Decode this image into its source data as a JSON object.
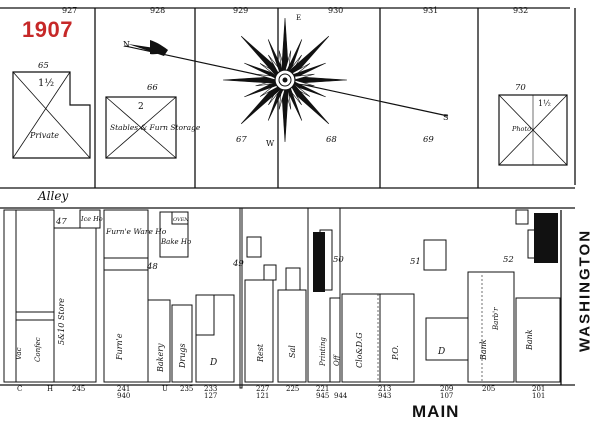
{
  "year": "1907",
  "streets": {
    "east": "WASHINGTON",
    "south": "MAIN",
    "alley": "Alley"
  },
  "top_address_numbers": [
    "927",
    "928",
    "929",
    "930",
    "931",
    "932"
  ],
  "lot_numbers": [
    "65",
    "66",
    "67",
    "68",
    "69",
    "70",
    "47",
    "48",
    "49",
    "50",
    "51",
    "52"
  ],
  "compass_letters": {
    "north": "N",
    "east": "E",
    "south": "S",
    "west": "W"
  },
  "buildings_rear": [
    {
      "stories": "1½",
      "label": "Private"
    },
    {
      "stories": "2",
      "label": "Stables & Furn Storage"
    },
    {
      "stories": "1½",
      "label": "Photo"
    }
  ],
  "building_labels": {
    "ice_ho": "Ice Ho",
    "furn_ware": "Furn'e Ware Ho",
    "bake_ho": "Bake Ho",
    "oven": "OVEN",
    "store": "5&10 Store",
    "furniture": "Furn'e",
    "bakery": "Bakery",
    "drugs": "Drugs",
    "d1": "D",
    "rest": "Rest",
    "sal": "Sal",
    "printing": "Printing",
    "off": "Off",
    "clo_dg": "Clo&D.G",
    "po": "P.O.",
    "d2": "D",
    "bank": "Bank",
    "barber": "Barb'r",
    "bank2": "Bank",
    "vac": "Vac",
    "confec": "Confec"
  },
  "bottom_numbers": [
    "C",
    "H",
    "245",
    "241",
    "940",
    "U",
    "235",
    "233",
    "127",
    "227",
    "121",
    "225",
    "221",
    "945",
    "944",
    "213",
    "943",
    "209",
    "107",
    "205",
    "201",
    "101"
  ]
}
